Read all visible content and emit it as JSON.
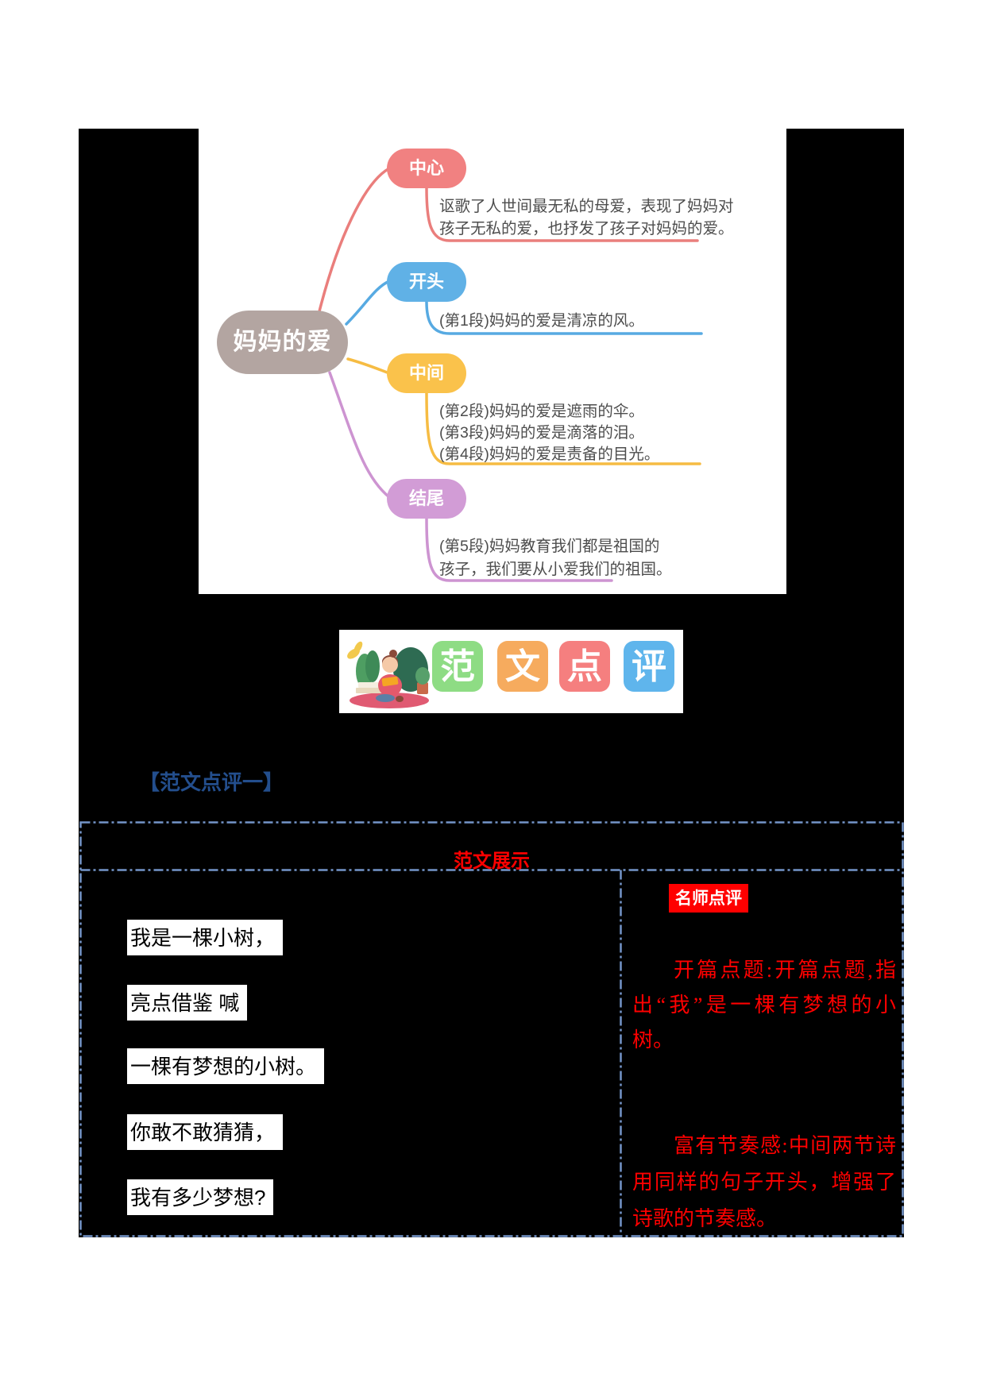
{
  "page": {
    "background": "#ffffff",
    "canvas_background": "#000000"
  },
  "mindmap": {
    "root": {
      "label": "妈妈的爱",
      "color": "#B3A5A1"
    },
    "branches": [
      {
        "label": "中心",
        "color": "#F18181",
        "line_color": "#EA7E7C",
        "note_lines": [
          "讴歌了人世间最无私的母爱，表现了妈妈对",
          "孩子无私的爱，也抒发了孩子对妈妈的爱。"
        ]
      },
      {
        "label": "开头",
        "color": "#60B1E6",
        "line_color": "#57AAE2",
        "note_lines": [
          "(第1段)妈妈的爱是清凉的风。"
        ]
      },
      {
        "label": "中间",
        "color": "#FAC24B",
        "line_color": "#F6BC43",
        "note_lines": [
          "(第2段)妈妈的爱是遮雨的伞。",
          "(第3段)妈妈的爱是滴落的泪。",
          "(第4段)妈妈的爱是责备的目光。"
        ]
      },
      {
        "label": "结尾",
        "color": "#D29CD6",
        "line_color": "#CD94D1",
        "note_lines": [
          "(第5段)妈妈教育我们都是祖国的",
          "孩子，我们要从小爱我们的祖国。"
        ]
      }
    ],
    "note_text_color": "#4D4D4D"
  },
  "banner": {
    "illustration": "girl-reading-among-plants",
    "tiles": [
      {
        "char": "范",
        "color": "#8EDC84"
      },
      {
        "char": "文",
        "color": "#F6AB5E"
      },
      {
        "char": "点",
        "color": "#F57F7F"
      },
      {
        "char": "评",
        "color": "#5FB5EC"
      }
    ]
  },
  "section": {
    "title": "【范文点评一】",
    "color": "#234E8D"
  },
  "table": {
    "header": "范文展示",
    "header_color": "#FF0000",
    "border_color": "#7495C9",
    "left": {
      "lines": [
        "我是一棵小树，",
        "亮点借鉴 喊",
        "一棵有梦想的小树。",
        "你敢不敢猜猜，",
        "我有多少梦想?"
      ]
    },
    "right": {
      "badge": "名师点评",
      "badge_bg": "#FF0000",
      "comment_color": "#FF0000",
      "comments": [
        "开篇点题:开篇点题,指出“我”是一棵有梦想的小树。",
        "富有节奏感:中间两节诗用同样的句子开头，增强了诗歌的节奏感。"
      ]
    }
  }
}
